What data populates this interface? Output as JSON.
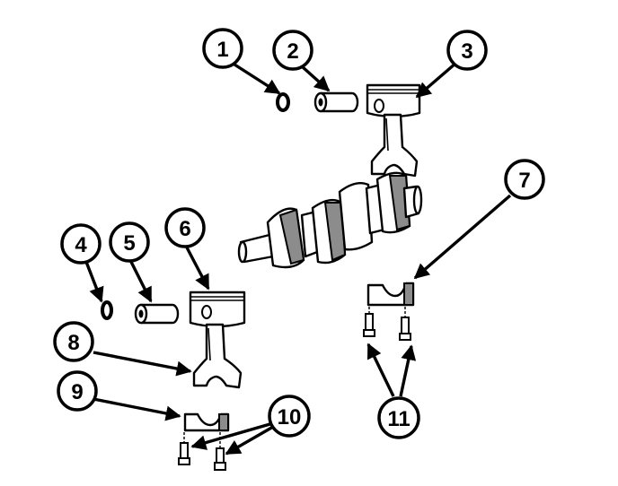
{
  "diagram": {
    "callouts": [
      {
        "id": "c1",
        "label": "1"
      },
      {
        "id": "c2",
        "label": "2"
      },
      {
        "id": "c3",
        "label": "3"
      },
      {
        "id": "c4",
        "label": "4"
      },
      {
        "id": "c5",
        "label": "5"
      },
      {
        "id": "c6",
        "label": "6"
      },
      {
        "id": "c7",
        "label": "7"
      },
      {
        "id": "c8",
        "label": "8"
      },
      {
        "id": "c9",
        "label": "9"
      },
      {
        "id": "c10",
        "label": "10"
      },
      {
        "id": "c11",
        "label": "11"
      }
    ],
    "colors": {
      "ink": "#000000",
      "paper": "#ffffff",
      "shade": "#8c8c8c"
    }
  }
}
